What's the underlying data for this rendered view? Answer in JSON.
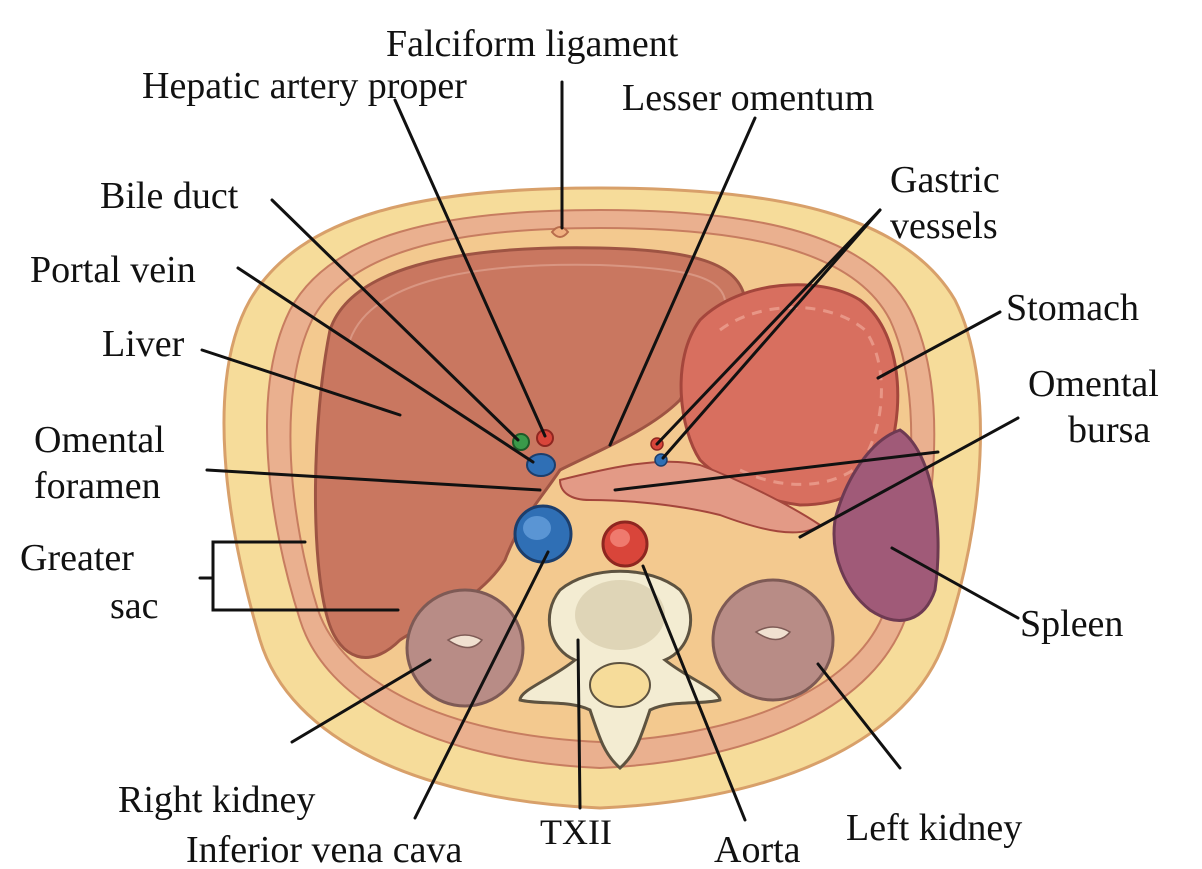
{
  "labels": {
    "falciform_ligament": "Falciform ligament",
    "hepatic_artery_proper": "Hepatic artery proper",
    "lesser_omentum": "Lesser omentum",
    "bile_duct": "Bile duct",
    "gastric_vessels_1": "Gastric",
    "gastric_vessels_2": "vessels",
    "portal_vein": "Portal vein",
    "stomach": "Stomach",
    "liver": "Liver",
    "omental_bursa_1": "Omental",
    "omental_bursa_2": "bursa",
    "omental_foramen_1": "Omental",
    "omental_foramen_2": "foramen",
    "greater_sac_1": "Greater",
    "greater_sac_2": "sac",
    "spleen": "Spleen",
    "right_kidney": "Right kidney",
    "inferior_vena_cava": "Inferior vena cava",
    "txii": "TXII",
    "aorta": "Aorta",
    "left_kidney": "Left kidney"
  },
  "colors": {
    "skin": "#f6dc9a",
    "muscle": "#e8a58a",
    "liver": "#c97760",
    "stomach": "#d86f5f",
    "spleen": "#a05a78",
    "kidney": "#b88c86",
    "vena_cava": "#2f6fb5",
    "aorta": "#d9453a",
    "bone": "#f3ecd2",
    "bile_duct": "#3a9a4a"
  }
}
